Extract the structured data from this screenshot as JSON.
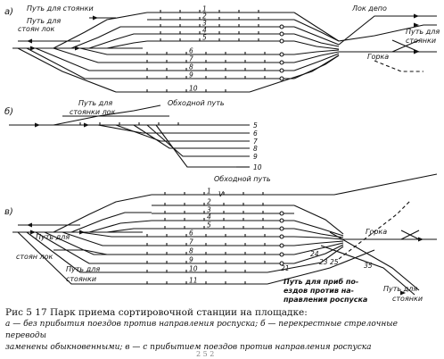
{
  "panels": [
    {
      "id": "a",
      "letter": "а)",
      "tracks": [
        "1",
        "2",
        "3",
        "4",
        "5",
        "6",
        "7",
        "8",
        "9",
        "10"
      ],
      "labels": {
        "parking_main": "Путь для стоянки",
        "parking_loc_1": "Путь для",
        "parking_loc_2": "стоян лок",
        "bypass": "Обходной путь",
        "depot": "Лок депо",
        "parking_right_1": "Путь для",
        "parking_right_2": "стоянки",
        "hump": "Горка"
      }
    },
    {
      "id": "b",
      "letter": "б)",
      "tracks": [
        "5",
        "6",
        "7",
        "8",
        "9",
        "10"
      ],
      "labels": {
        "parking_1": "Путь для",
        "parking_2": "стоянки лок",
        "bypass": "Обходной путь"
      }
    },
    {
      "id": "c",
      "letter": "в)",
      "tracks": [
        "1",
        "2",
        "3",
        "4",
        "5",
        "6",
        "7",
        "8",
        "9",
        "10",
        "11"
      ],
      "labels": {
        "parking_loc_1": "Путь для",
        "parking_loc_2": "стоян лок",
        "parking_left_1": "Путь для",
        "parking_left_2": "стоянки",
        "arrival_1": "Путь для приб по-",
        "arrival_2": "ездов против на-",
        "arrival_3": "правления роспуска",
        "hump": "Горка",
        "parking_right_1": "Путь для",
        "parking_right_2": "стоянки",
        "v_mark": "V",
        "numbers": [
          "21",
          "23",
          "24",
          "25",
          "35"
        ]
      }
    }
  ],
  "caption": {
    "title": "Рис 5 17 Парк приема сортировочной станции на площадке:",
    "line1": "а — без прибытия поездов против направления роспуска; б — перекрестные стрелочные переводы",
    "line2": "заменены обыкновенными; в — с прибытием поездов против направления роспуска"
  },
  "page_number": "2 5 2"
}
